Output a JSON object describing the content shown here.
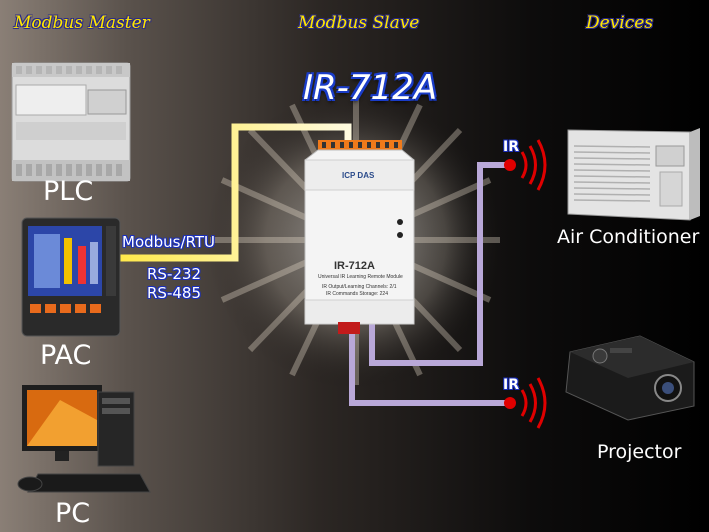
{
  "headers": {
    "master": "Modbus Master",
    "slave": "Modbus Slave",
    "devices": "Devices"
  },
  "title": "IR-712A",
  "masters": {
    "plc": "PLC",
    "pac": "PAC",
    "pc": "PC"
  },
  "protocol": {
    "bus": "Modbus/RTU",
    "rs232": "RS-232",
    "rs485": "RS-485"
  },
  "module": {
    "brand": "ICP DAS",
    "model": "IR-712A",
    "subtitle": "Universal IR Learning Remote Module",
    "spec1": "IR Output/Learning Channels: 2/1",
    "spec2": "IR Commands Storage: 224"
  },
  "ir_label": "IR",
  "devices": {
    "ac": "Air Conditioner",
    "projector": "Projector"
  },
  "colors": {
    "header_text": "#ffe600",
    "title_outline": "#1a3cc8",
    "serial_line": "#ffe94a",
    "ir_line": "#b9a8d8",
    "ir_emitter": "#e00000"
  }
}
